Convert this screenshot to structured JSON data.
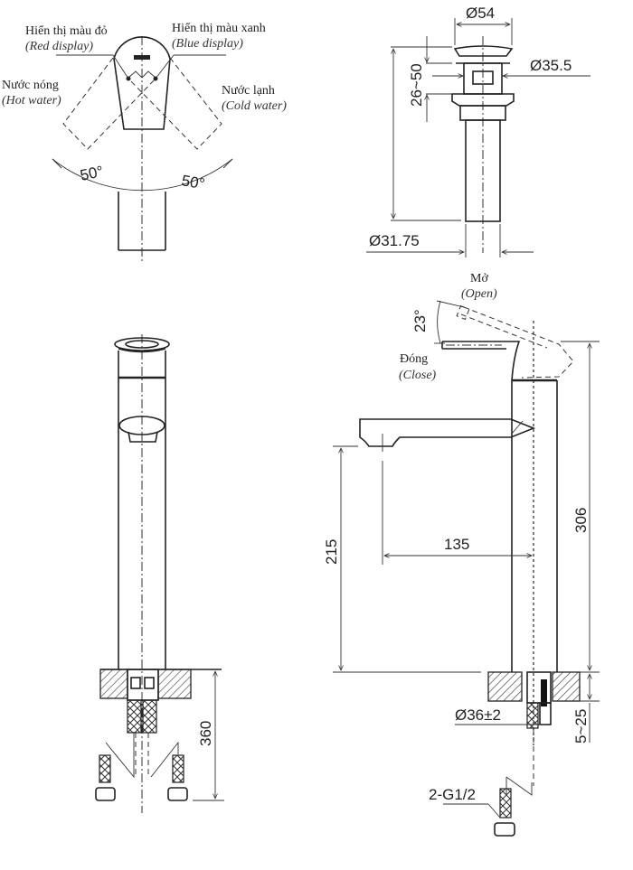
{
  "top_view": {
    "red_display_vi": "Hiển thị màu đỏ",
    "red_display_en": "(Red display)",
    "blue_display_vi": "Hiển thị màu xanh",
    "blue_display_en": "(Blue display)",
    "hot_water_vi": "Nước nóng",
    "hot_water_en": "(Hot water)",
    "cold_water_vi": "Nước lạnh",
    "cold_water_en": "(Cold water)",
    "angle_left": "50°",
    "angle_right": "50°"
  },
  "drain": {
    "top_diameter": "Ø54",
    "body_diameter": "Ø35.5",
    "thickness_range": "26~50",
    "pipe_diameter": "Ø31.75"
  },
  "side_view": {
    "open_vi": "Mở",
    "open_en": "(Open)",
    "close_vi": "Đóng",
    "close_en": "(Close)",
    "lever_angle": "23°",
    "spout_reach": "135",
    "spout_height": "215",
    "total_height": "306",
    "mount_hole": "Ø36±2",
    "deck_thickness": "5~25",
    "connection": "2-G1/2"
  },
  "front_view": {
    "hose_length": "360"
  }
}
